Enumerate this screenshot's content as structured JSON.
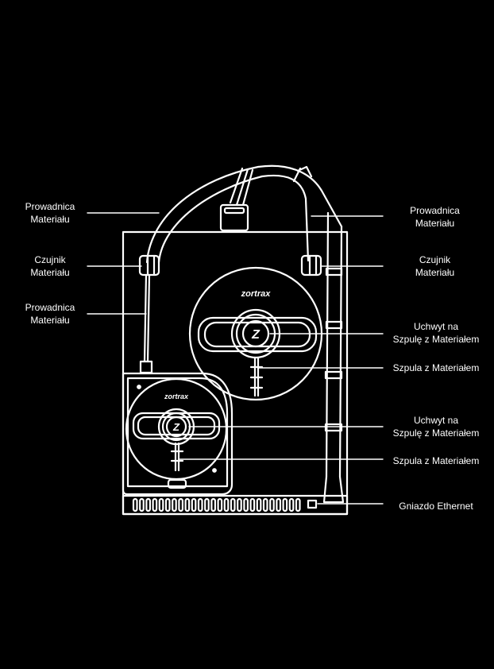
{
  "colors": {
    "background": "#000000",
    "stroke": "#ffffff"
  },
  "brand": {
    "logo_text": "zortrax",
    "badge_letter": "Z"
  },
  "labels": {
    "guide_top_left": {
      "line1": "Prowadnica",
      "line2": "Materiału"
    },
    "sensor_left": {
      "line1": "Czujnik",
      "line2": "Materiału"
    },
    "guide_mid_left": {
      "line1": "Prowadnica",
      "line2": "Materiału"
    },
    "guide_top_right": {
      "line1": "Prowadnica",
      "line2": "Materiału"
    },
    "sensor_right": {
      "line1": "Czujnik",
      "line2": "Materiału"
    },
    "holder_upper": {
      "line1": "Uchwyt na",
      "line2": "Szpulę z Materiałem"
    },
    "spool_upper": {
      "line1": "Szpula z Materiałem"
    },
    "holder_lower": {
      "line1": "Uchwyt na",
      "line2": "Szpulę z Materiałem"
    },
    "spool_lower": {
      "line1": "Szpula z Materiałem"
    },
    "ethernet": {
      "line1": "Gniazdo Ethernet"
    }
  }
}
